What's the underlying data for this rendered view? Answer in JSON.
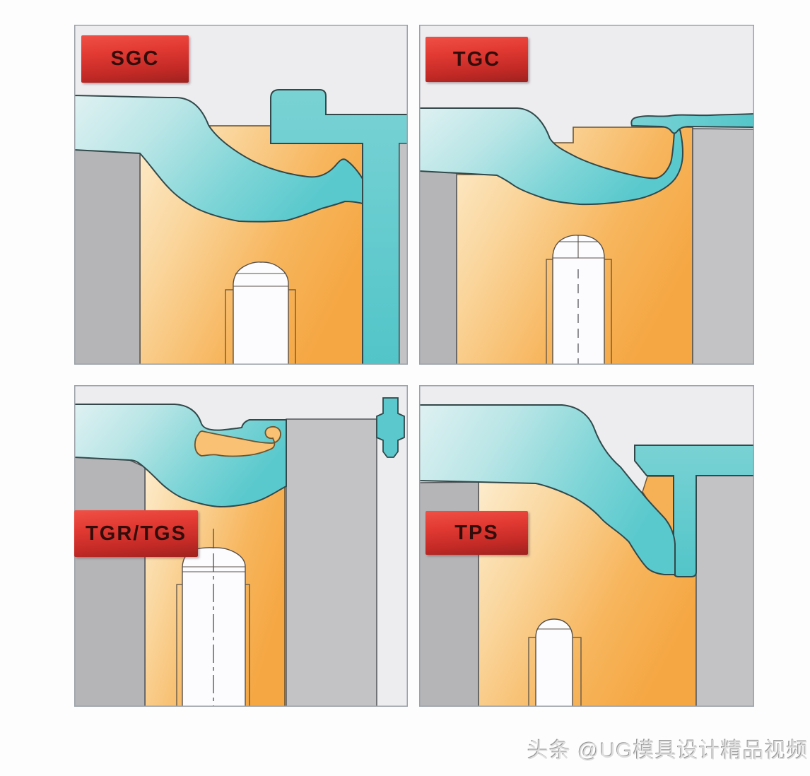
{
  "panels": [
    {
      "id": "sgc",
      "label": "SGC",
      "position": "top-left"
    },
    {
      "id": "tgc",
      "label": "TGC",
      "position": "top-right"
    },
    {
      "id": "tgr-tgs",
      "label": "TGR/TGS",
      "position": "bottom-left"
    },
    {
      "id": "tps",
      "label": "TPS",
      "position": "bottom-right"
    }
  ],
  "watermark": {
    "text": "头条 @UG模具设计精品视频"
  },
  "colors": {
    "label_red_top": "#ef5046",
    "label_red_bottom": "#9e221f",
    "label_text": "#330d0b",
    "part_teal_light": "#dff1f2",
    "part_teal": "#5ac9cd",
    "mold_orange_light": "#fdeccd",
    "mold_orange": "#f5a945",
    "plate_gray_left": "#b5b5b7",
    "plate_gray_right": "#c3c3c5",
    "panel_background": "#ededf0",
    "pin_white": "#fcfcfe",
    "outline_teal": "#32484a",
    "outline_orange": "#6d5430"
  }
}
